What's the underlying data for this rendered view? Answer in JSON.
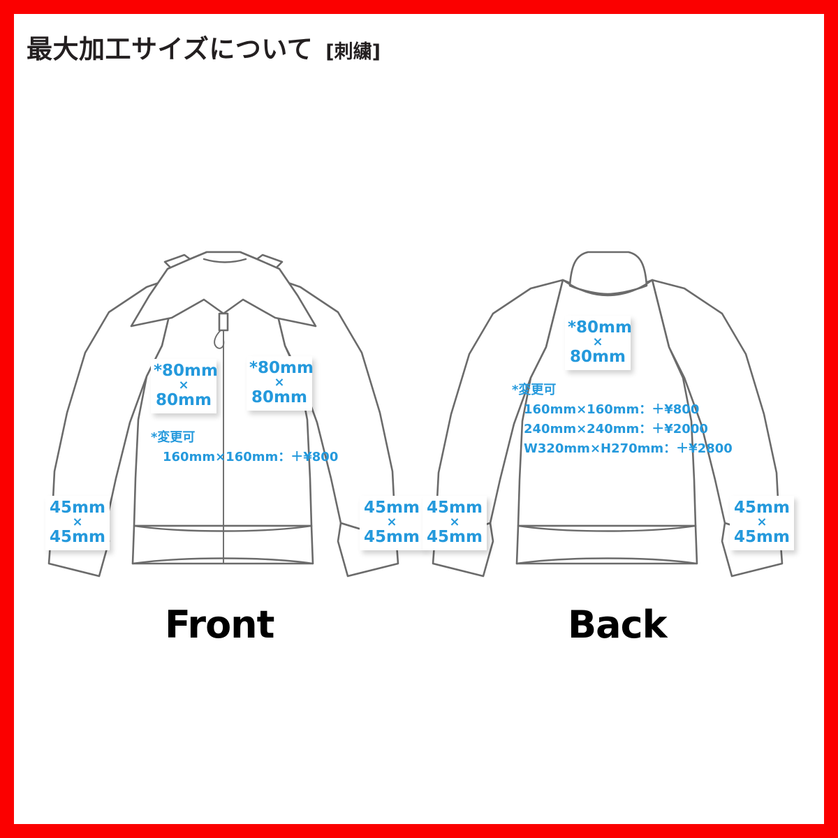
{
  "page": {
    "border_color": "#fb0000",
    "background": "#ffffff",
    "accent_color": "#2499dc",
    "outline_color": "#6b6b6b",
    "text_color": "#231f20"
  },
  "header": {
    "title": "最大加工サイズについて",
    "subtitle": "[刺繍]"
  },
  "front": {
    "caption": "Front",
    "chest_left": {
      "line1": "*80mm",
      "x": "×",
      "line2": "80mm"
    },
    "chest_right": {
      "line1": "*80mm",
      "x": "×",
      "line2": "80mm"
    },
    "note": {
      "head": "*変更可",
      "rows": [
        "160mm×160mm：＋¥800"
      ]
    },
    "sleeve_left": {
      "line1": "45mm",
      "x": "×",
      "line2": "45mm"
    },
    "sleeve_right": {
      "line1": "45mm",
      "x": "×",
      "line2": "45mm"
    }
  },
  "back": {
    "caption": "Back",
    "center": {
      "line1": "*80mm",
      "x": "×",
      "line2": "80mm"
    },
    "note": {
      "head": "*変更可",
      "rows": [
        "160mm×160mm：＋¥800",
        "240mm×240mm：＋¥2000",
        "W320mm×H270mm：＋¥2800"
      ]
    },
    "sleeve_left": {
      "line1": "45mm",
      "x": "×",
      "line2": "45mm"
    },
    "sleeve_right": {
      "line1": "45mm",
      "x": "×",
      "line2": "45mm"
    }
  }
}
